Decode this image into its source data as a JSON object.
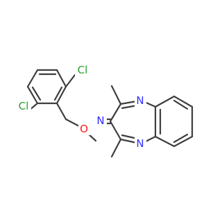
{
  "colors": {
    "bond": "#3d3d3d",
    "chlorine": "#2ca02c",
    "oxygen": "#ff1a1a",
    "nitrogen": "#2f2fff",
    "background": "#ffffff"
  },
  "atoms": {
    "cl_top": {
      "label": "Cl",
      "element": "chlorine"
    },
    "cl_bottom": {
      "label": "Cl",
      "element": "chlorine"
    },
    "oxime_oxygen": {
      "label": "O",
      "element": "oxygen"
    },
    "oxime_nitrogen": {
      "label": "N",
      "element": "nitrogen"
    },
    "ring_nitrogen_top": {
      "label": "N",
      "element": "nitrogen"
    },
    "ring_nitrogen_bottom": {
      "label": "N",
      "element": "nitrogen"
    }
  }
}
